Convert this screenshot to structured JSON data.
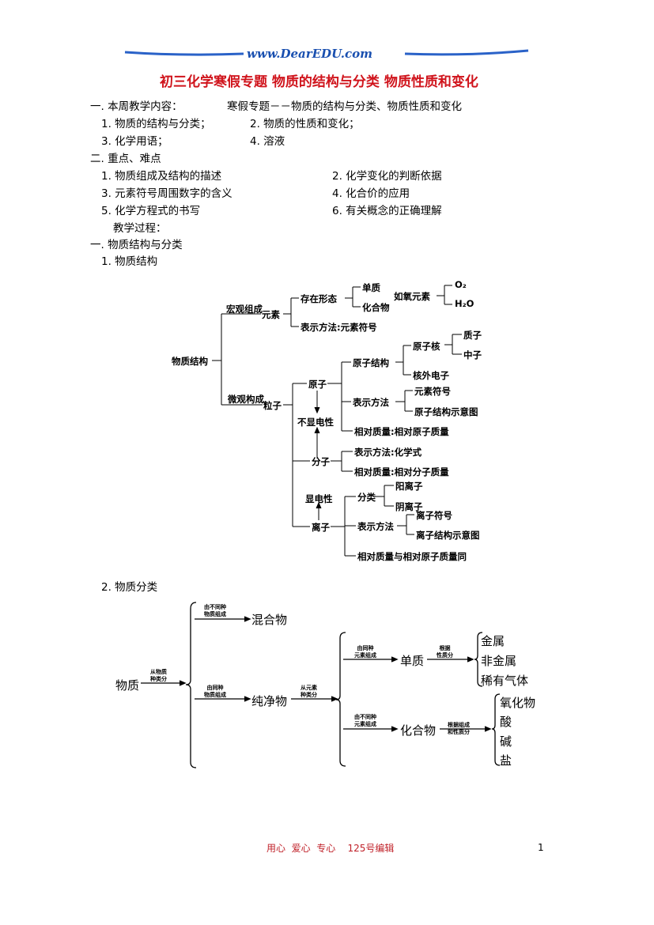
{
  "header": {
    "site": "www.DearEDU.com"
  },
  "title": "初三化学寒假专题 物质的结构与分类 物质性质和变化",
  "sections": {
    "s1": {
      "heading": "一. 本周教学内容：",
      "topic": "寒假专题－－物质的结构与分类、物质性质和变化",
      "items": [
        "1. 物质的结构与分类；",
        "2. 物质的性质和变化；",
        "3. 化学用语；",
        "4. 溶液"
      ]
    },
    "s2": {
      "heading": "二. 重点、难点",
      "items": [
        "1. 物质组成及结构的描述",
        "2. 化学变化的判断依据",
        "3. 元素符号周围数字的含义",
        "4. 化合价的应用",
        "5. 化学方程式的书写",
        "6. 有关概念的正确理解"
      ]
    },
    "process": "教学过程：",
    "s3": {
      "heading": "一. 物质结构与分类",
      "sub1": "1. 物质结构",
      "sub2": "2. 物质分类"
    }
  },
  "structure": {
    "root": "物质结构",
    "macro": "宏观组成",
    "element": "元素",
    "existence": "存在形态",
    "simple": "单质",
    "compound": "化合物",
    "oxygen_eg": "如氧元素",
    "o2": "O₂",
    "h2o": "H₂O",
    "el_repr": "表示方法:元素符号",
    "micro": "微观构成",
    "particle": "粒子",
    "atom": "原子",
    "atom_struct": "原子结构",
    "nucleus": "原子核",
    "proton": "质子",
    "neutron": "中子",
    "electron": "核外电子",
    "atom_repr": "表示方法",
    "el_symbol": "元素符号",
    "atom_diagram": "原子结构示意图",
    "atom_mass": "相对质量:相对原子质量",
    "neutral": "不显电性",
    "molecule": "分子",
    "mol_repr": "表示方法:化学式",
    "mol_mass": "相对质量:相对分子质量",
    "charged": "显电性",
    "ion": "离子",
    "ion_class": "分类",
    "cation": "阳离子",
    "anion": "阴离子",
    "ion_repr": "表示方法",
    "ion_symbol": "离子符号",
    "ion_diagram": "离子结构示意图",
    "ion_mass": "相对质量与相对原子质量同"
  },
  "classification": {
    "root": "物质",
    "by_kind": "从物质\n种类分",
    "diff_sub": "由不同种\n物质组成",
    "mixture": "混合物",
    "same_sub": "由同种\n物质组成",
    "pure": "纯净物",
    "by_elem": "从元素\n种类分",
    "same_elem": "由同种\n元素组成",
    "simple": "单质",
    "by_prop": "根据\n性质分",
    "metal": "金属",
    "nonmetal": "非金属",
    "noble": "稀有气体",
    "diff_elem": "由不同种\n元素组成",
    "compound": "化合物",
    "by_comp": "根据组成\n和性质分",
    "oxide": "氧化物",
    "acid": "酸",
    "base": "碱",
    "salt": "盐"
  },
  "footer": {
    "motto": "用心  爱心  专心    125号编辑",
    "page": "1"
  }
}
